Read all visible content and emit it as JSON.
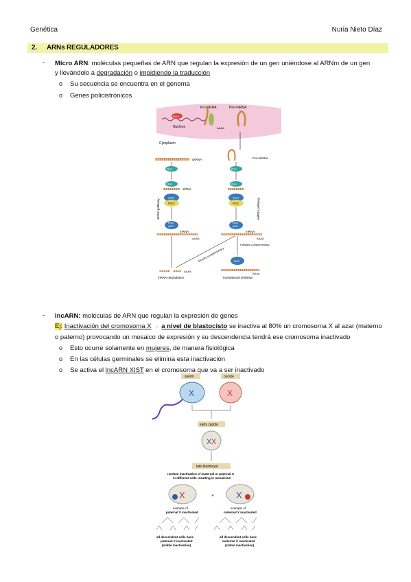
{
  "header": {
    "left": "Genética",
    "right": "Nuria Nieto Díaz"
  },
  "section": {
    "number": "2.",
    "title": "ARNs REGULADORES"
  },
  "mirna": {
    "dash": "-",
    "term": "Micro ARN",
    "def1": ": moléculas pequeñas de ARN que regulan la expresión de un gen uniéndose al ARNm de un gen",
    "def2a": "y llevándolo a ",
    "def2b": "degradación",
    "def2c": " o ",
    "def2d": "impidiendo la traducción",
    "bullets": [
      "Su secuencia se encuentra en el genoma",
      "Genes policistrónicos"
    ],
    "bullet_mark": "o"
  },
  "fig1": {
    "nucleus": "Nucleus",
    "cytoplasm": "Cytoplasm",
    "pri": "Pri-miRNA",
    "pre": "Pre-miRNA",
    "pre2": "Pre-miRNA",
    "polii": "Pol II",
    "drosha": "Drosha",
    "aaaa": "AAAA",
    "dsrna": "dsRNA",
    "dicer": "Dicer",
    "sirna": "siRNA",
    "ago": "AGO",
    "risc": "RISC",
    "mrna": "mRNA",
    "sipath": "siRNA pathway",
    "mipath": "miRNA pathway",
    "exact": "Exactly complementary",
    "partial": "Partially complementary",
    "deg": "mRNA degradation",
    "trans": "Translational inhibition"
  },
  "lncrna": {
    "dash": "-",
    "term": "lncARN:",
    "def": " moléculas de ARN que regulan la expresión de genes",
    "ej": "Ej:",
    "inact": "Inactivación del cromosoma X",
    "arrow": "→",
    "blast": "a nivel de blastocisto",
    "rest1": " se inactiva al 80% un cromosoma X al azar (materno",
    "line2": "o paterno) provocando un mosaico de expresión y su descendencia tendrá ese cromosoma inactivado",
    "b1a": "Esto ocurre solamente en ",
    "b1b": "mujeres",
    "b1c": ", de manera fisiológica",
    "b2": "En las células germinales se elimina esta inactivación",
    "b3a": "Se activa el ",
    "b3b": "lncARN XIST",
    "b3c": " en el cromosoma que va a ser inactivado",
    "bullet_mark": "o"
  },
  "fig2": {
    "sperm": "sperm",
    "oocyte": "oocyte",
    "zygote": "early zygote",
    "late": "late blastocyst",
    "random1": "random inactivation of maternal or paternal X",
    "random2": "in different cells resulting in mosaicism",
    "plus": "+",
    "ex1a": "example of",
    "ex1b": "paternal X inactivated",
    "ex2a": "example of",
    "ex2b": "maternal X inactivated",
    "all1a": "all descendent cells have",
    "all1b": "paternal X inactivated",
    "all1c": "(stable inactivation)",
    "all2a": "all descendent cells have",
    "all2b": "maternal X inactivated",
    "all2c": "(stable inactivation)"
  },
  "colors": {
    "section_bar": "#f2f2a6",
    "highlight": "#f7e35a",
    "arrow": "#8bc34a"
  }
}
